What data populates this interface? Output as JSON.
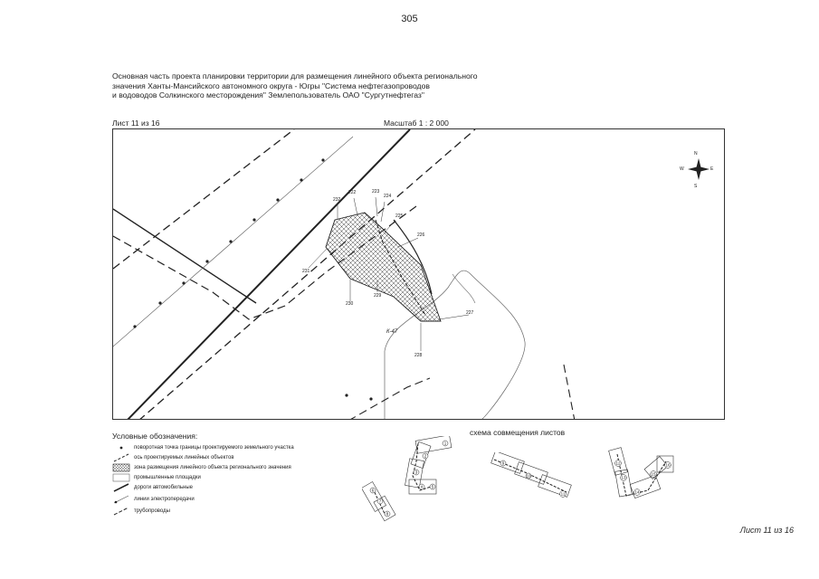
{
  "page_number": "305",
  "title_lines": [
    "Основная часть проекта планировки территории для размещения линейного объекта регионального",
    "значения Ханты-Мансийского автономного округа - Югры \"Система нефтегазопроводов",
    "и водоводов Солкинского месторождения\" Землепользователь ОАО \"Сургутнефтегаз\""
  ],
  "sheet_label": "Лист 11 из 16",
  "scale_label": "Масштаб 1 : 2 000",
  "compass": {
    "n": "N",
    "s": "S",
    "w": "W",
    "e": "E"
  },
  "map_labels": {
    "p222": "222",
    "p223": "223",
    "p224": "224",
    "p225": "225",
    "p226": "226",
    "p227": "227",
    "p228": "228",
    "p229": "229",
    "p230": "230",
    "p231": "231",
    "p232": "232",
    "road": "К-47"
  },
  "legend": {
    "title": "Условные обозначения:",
    "items": [
      {
        "icon": "dot-icon",
        "text": "поворотная точка границы проектируемого земельного участка"
      },
      {
        "icon": "axis-line-icon",
        "text": "ось проектируемых линейных объектов"
      },
      {
        "icon": "crosshatch-zone-icon",
        "text": "зона размещения линейного объекта регионального значения"
      },
      {
        "icon": "industrial-area-icon",
        "text": "промышленные площадки"
      },
      {
        "icon": "road-icon",
        "text": "дороги автомобильные"
      },
      {
        "icon": "power-line-icon",
        "text": "линии электропередачи"
      },
      {
        "icon": "pipeline-icon",
        "text": "трубопроводы"
      }
    ]
  },
  "scheme": {
    "title": "схема совмещения листов",
    "sheets_a": [
      "1",
      "2",
      "3",
      "4",
      "5",
      "6",
      "7",
      "8"
    ],
    "sheets_b": [
      "9",
      "10",
      "11"
    ],
    "sheets_c": [
      "12",
      "13",
      "14",
      "15",
      "16"
    ]
  },
  "footer_sheet": "Лист 11 из 16",
  "colors": {
    "line": "#222222",
    "paper": "#ffffff",
    "frame": "#333333"
  }
}
